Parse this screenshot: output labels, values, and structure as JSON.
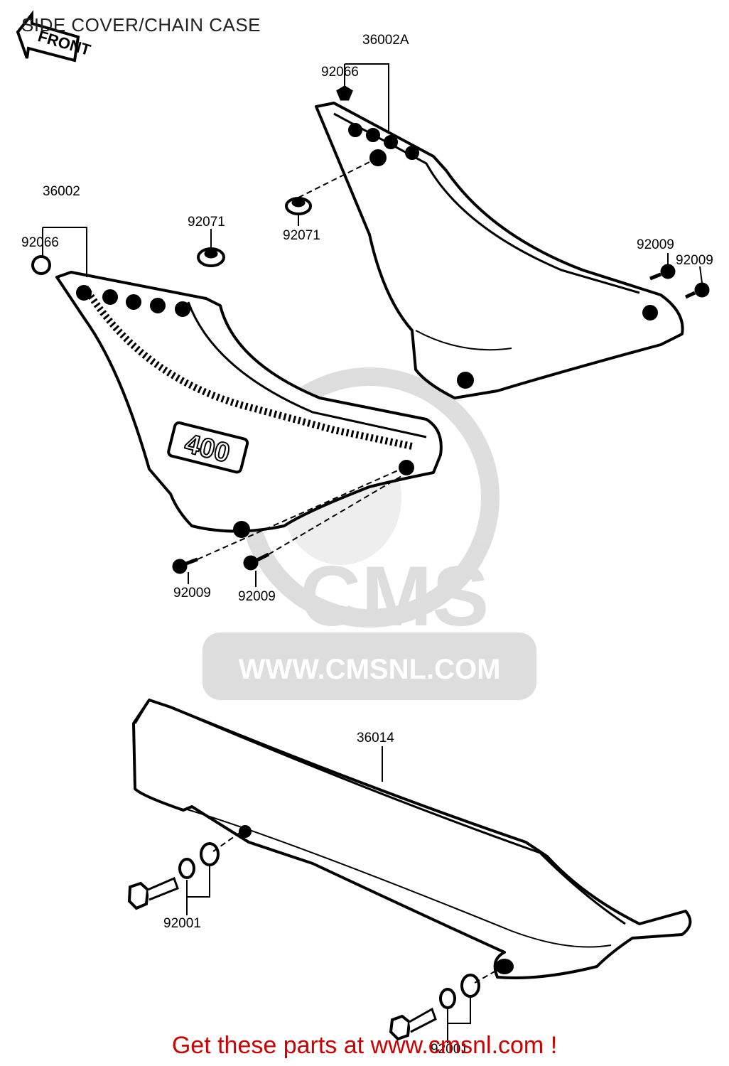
{
  "title": "SIDE COVER/CHAIN CASE",
  "front_label": "FRONT",
  "cover_badge": "400",
  "parts": {
    "p36002A": "36002A",
    "p92066_top": "92066",
    "p92071_right": "92071",
    "p36002": "36002",
    "p92066_left": "92066",
    "p92071_left": "92071",
    "p92009_r1": "92009",
    "p92009_r2": "92009",
    "p92009_b1": "92009",
    "p92009_b2": "92009",
    "p36014": "36014",
    "p92001_left": "92001",
    "p92001_bottom": "92001"
  },
  "watermark": {
    "logo": "CMS",
    "url": "WWW.CMSNL.COM"
  },
  "footer": {
    "text": "Get these parts at www.cmsnl.com !",
    "color": "#cc0000"
  }
}
